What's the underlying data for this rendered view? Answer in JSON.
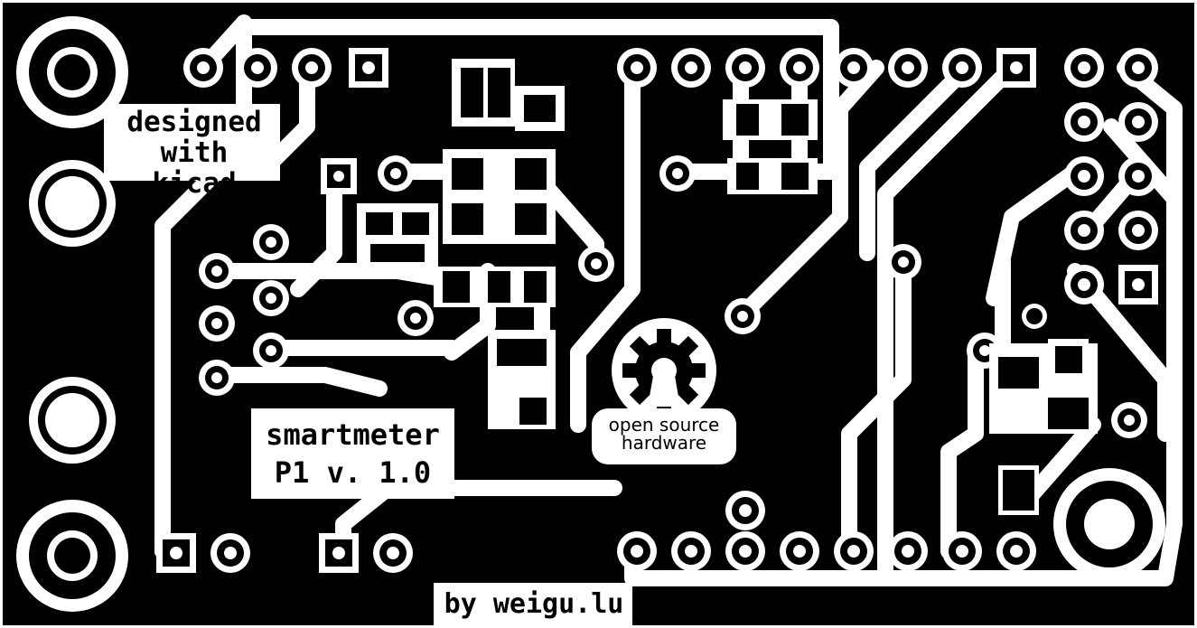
{
  "board": {
    "background": "#000000",
    "copper": "#000000",
    "clearance": "#ffffff"
  },
  "silkscreen": {
    "designed_line1": "designed",
    "designed_line2": "with kicad",
    "title_line1": "smartmeter",
    "title_line2": "P1 v. 1.0",
    "osh_line1": "open source",
    "osh_line2": "hardware",
    "author": "by weigu.lu"
  },
  "icons": {
    "logo": "open-source-hardware-gear-icon"
  }
}
